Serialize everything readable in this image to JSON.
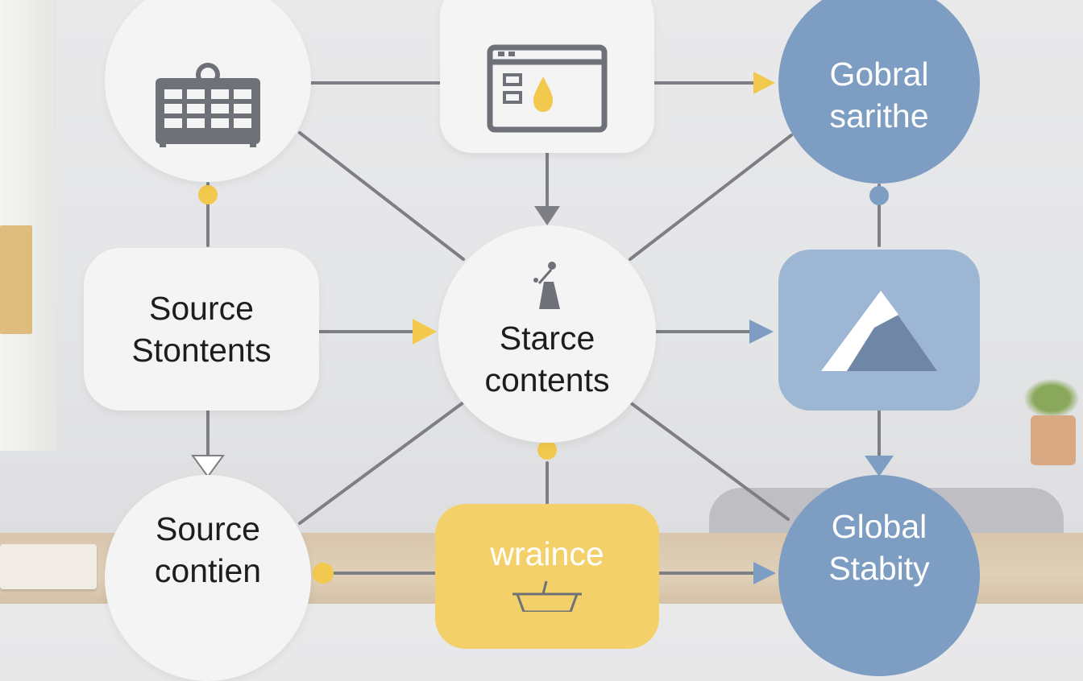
{
  "nodes": {
    "source_stontents": {
      "line1": "Source",
      "line2": "Stontents"
    },
    "starce_contents": {
      "line1": "Starce",
      "line2": "contents"
    },
    "source_contien": {
      "line1": "Source",
      "line2": "contien"
    },
    "wraince": {
      "label": "wraince"
    },
    "gobral_sarithe": {
      "line1": "Gobral",
      "line2": "sarithe"
    },
    "global_stabity": {
      "line1": "Global",
      "line2": "Stabity"
    }
  },
  "icons": {
    "top_left": "grid-calendar-icon",
    "top_center": "window-drop-icon",
    "center": "figure-icon",
    "right_middle": "mountain-icon",
    "bottom_center": "basket-icon"
  },
  "colors": {
    "node_light": "#f4f4f4",
    "node_blue": "#7e9dc2",
    "node_blue_light": "#9cb6d4",
    "node_yellow": "#f4d06a",
    "connector": "#7d7f84",
    "accent_yellow": "#f2c94c",
    "accent_blue": "#7e9dc2"
  }
}
